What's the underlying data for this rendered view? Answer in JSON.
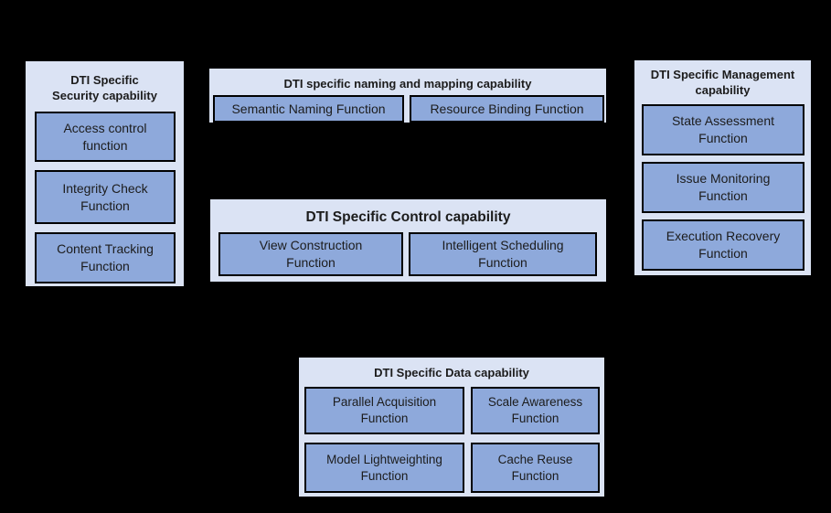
{
  "colors": {
    "background": "#000000",
    "panel_fill": "#dbe3f4",
    "function_box_fill": "#8ea9db",
    "border": "#000000",
    "text": "#1c1c1c"
  },
  "panels": {
    "security": {
      "title": "DTI Specific\nSecurity capability",
      "functions": [
        "Access control\nfunction",
        "Integrity Check\nFunction",
        "Content Tracking\nFunction"
      ]
    },
    "naming": {
      "title": "DTI specific naming and mapping capability",
      "functions": [
        "Semantic Naming Function",
        "Resource Binding Function"
      ]
    },
    "control": {
      "title": "DTI Specific Control capability",
      "functions": [
        "View Construction\nFunction",
        "Intelligent Scheduling\nFunction"
      ]
    },
    "management": {
      "title": "DTI Specific Management\ncapability",
      "functions": [
        "State Assessment\nFunction",
        "Issue Monitoring\nFunction",
        "Execution Recovery\nFunction"
      ]
    },
    "data": {
      "title": "DTI Specific Data capability",
      "functions": [
        "Parallel Acquisition\nFunction",
        "Scale Awareness\nFunction",
        "Model Lightweighting\nFunction",
        "Cache Reuse\nFunction"
      ]
    }
  }
}
